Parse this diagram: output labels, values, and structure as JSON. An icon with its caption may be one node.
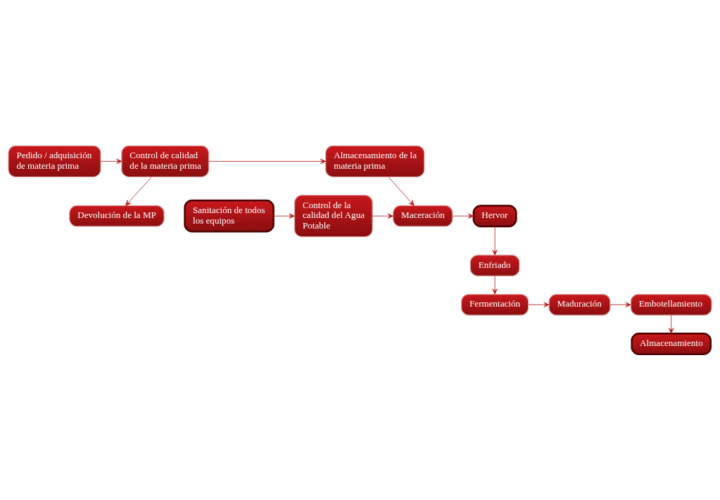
{
  "diagram": {
    "nodes": [
      {
        "text": [
          "Devolución de la MP"
        ]
      },
      {
        "text": [
          "Pedido / adquisición de materia prima"
        ]
      },
      {
        "text": [
          "Control de calidad de la materia prima"
        ]
      },
      {
        "text": [
          "Almacenamiento de la materia prima"
        ]
      },
      {
        "text": [
          "Sanitación de todos los equipos"
        ]
      },
      {
        "text": [
          "Control de la calidad del Agua Potable"
        ]
      },
      {
        "text": [
          "Maceración"
        ]
      },
      {
        "text": [
          "Hervor"
        ]
      },
      {
        "text": [
          "Enfriado"
        ]
      },
      {
        "text": [
          "Fermentación"
        ]
      },
      {
        "text": [
          "Maduración"
        ]
      },
      {
        "text": [
          "Embotellamiento"
        ]
      },
      {
        "text": [
          "Almacenamiento"
        ]
      }
    ],
    "edges": [
      {
        "from": 1,
        "to": 2,
        "arrow": "to"
      },
      {
        "from": 2,
        "to": 0,
        "arrow": "to"
      },
      {
        "from": 2,
        "to": 3,
        "arrow": "to"
      },
      {
        "from": 3,
        "to": 6,
        "arrow": "to"
      },
      {
        "from": 4,
        "to": 5,
        "arrow": "to"
      },
      {
        "from": 5,
        "to": 6,
        "arrow": "to"
      },
      {
        "from": 6,
        "to": 7,
        "arrow": "to"
      },
      {
        "from": 7,
        "to": 8,
        "arrow": "to"
      },
      {
        "from": 8,
        "to": 9,
        "arrow": "to"
      },
      {
        "from": 9,
        "to": 10,
        "arrow": "to"
      },
      {
        "from": 10,
        "to": 11,
        "arrow": "to"
      },
      {
        "from": 11,
        "to": 12,
        "arrow": "to"
      }
    ]
  }
}
